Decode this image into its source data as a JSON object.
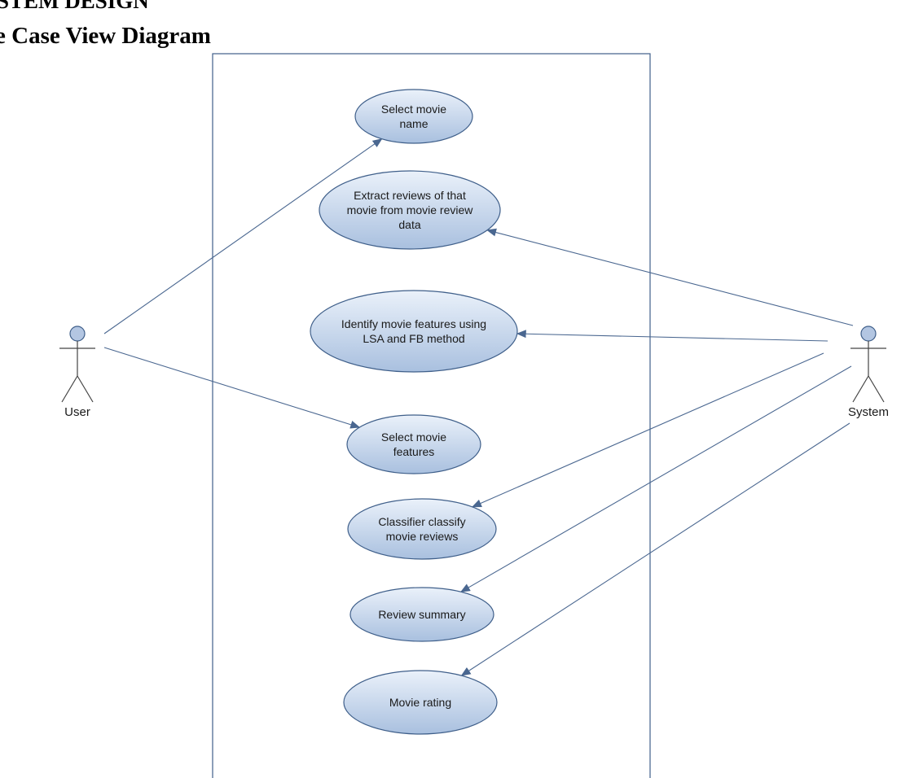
{
  "heading": {
    "section": "STEM DESIGN",
    "subtitle": "e Case View Diagram"
  },
  "actors": [
    {
      "id": "user",
      "label": "User"
    },
    {
      "id": "system",
      "label": "System"
    }
  ],
  "use_cases": [
    {
      "id": "select-movie-name",
      "lines": [
        "Select movie",
        "name"
      ]
    },
    {
      "id": "extract-reviews",
      "lines": [
        "Extract reviews of that",
        "movie from movie review",
        "data"
      ]
    },
    {
      "id": "identify-features",
      "lines": [
        "Identify movie features using",
        "LSA and FB method"
      ]
    },
    {
      "id": "select-movie-features",
      "lines": [
        "Select movie",
        "features"
      ]
    },
    {
      "id": "classifier-classify",
      "lines": [
        "Classifier classify",
        "movie reviews"
      ]
    },
    {
      "id": "review-summary",
      "lines": [
        "Review summary"
      ]
    },
    {
      "id": "movie-rating",
      "lines": [
        "Movie rating"
      ]
    }
  ],
  "associations": [
    {
      "from": "user",
      "to": "select-movie-name"
    },
    {
      "from": "user",
      "to": "select-movie-features"
    },
    {
      "from": "system",
      "to": "extract-reviews"
    },
    {
      "from": "system",
      "to": "identify-features"
    },
    {
      "from": "system",
      "to": "classifier-classify"
    },
    {
      "from": "system",
      "to": "review-summary"
    },
    {
      "from": "system",
      "to": "movie-rating"
    }
  ],
  "colors": {
    "ellipse_light": "#eaf1fa",
    "ellipse_dark": "#a9c0df",
    "ellipse_stroke": "#3f5f8a",
    "line": "#4a6790",
    "boundary": "#3f5f8a",
    "actor_head_fill": "#b3c6e2"
  }
}
